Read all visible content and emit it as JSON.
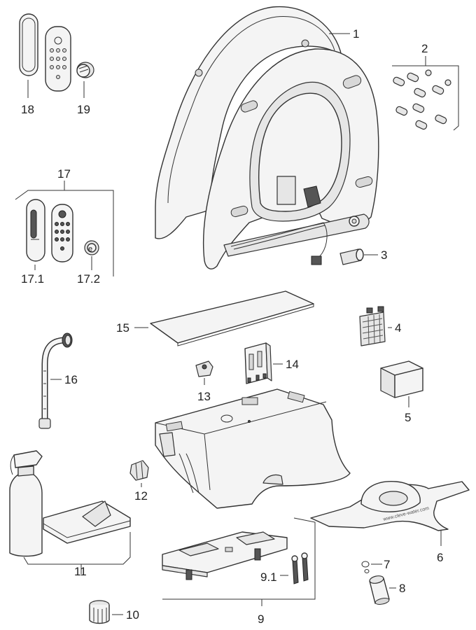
{
  "diagram": {
    "labels": {
      "p1": "1",
      "p2": "2",
      "p3": "3",
      "p4": "4",
      "p5": "5",
      "p6": "6",
      "p7": "7",
      "p8": "8",
      "p9": "9",
      "p9_1": "9.1",
      "p10": "10",
      "p11": "11",
      "p12": "12",
      "p13": "13",
      "p14": "14",
      "p15": "15",
      "p16": "16",
      "p17": "17",
      "p17_1": "17.1",
      "p17_2": "17.2",
      "p18": "18",
      "p19": "19"
    },
    "stamp_text": "www.cleve-water.com"
  }
}
